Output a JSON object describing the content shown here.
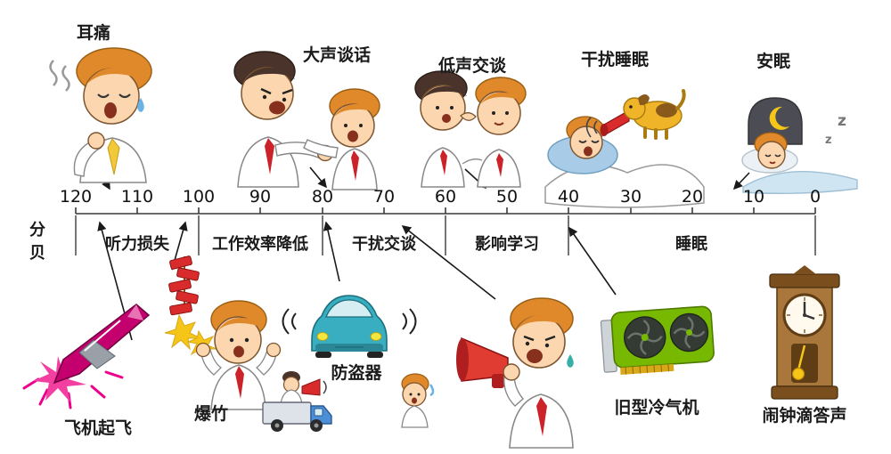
{
  "top_labels": {
    "ear_pain": "耳痛",
    "loud_talk": "大声谈话",
    "whisper_talk": "低声交谈",
    "disturb_sleep": "干扰睡眠",
    "sound_sleep": "安眠"
  },
  "axis": {
    "unit": "分贝",
    "ticks": [
      "120",
      "110",
      "100",
      "90",
      "80",
      "70",
      "60",
      "50",
      "40",
      "30",
      "20",
      "10",
      "0"
    ]
  },
  "effect_zones": {
    "hearing_loss": "听力损失",
    "work_efficiency_drop": "工作效率降低",
    "interfere_conversation": "干扰交谈",
    "affect_learning": "影响学习",
    "sleep": "睡眠"
  },
  "sources": {
    "plane_takeoff": "飞机起飞",
    "firecracker": "爆竹",
    "car_alarm": "防盗器",
    "old_air_conditioner": "旧型冷气机",
    "clock_tick": "闹钟滴答声"
  },
  "decor": {
    "z_small": "z",
    "z_big": "z"
  },
  "colors": {
    "hair_orange": "#E0892B",
    "hair_brown": "#4A332A",
    "skin": "#FBD6AE",
    "tie_red": "#CC2229",
    "megaphone_red": "#D92B2B",
    "jet_magenta": "#C4006F",
    "burst_pink": "#EC008C",
    "car_teal": "#39AEC0",
    "board_green": "#76B900",
    "clock_brown": "#A9763B",
    "moon_yellow": "#F5C518",
    "pillow_blue": "#A8CCE8",
    "blanket_blue": "#CFE6F2"
  }
}
